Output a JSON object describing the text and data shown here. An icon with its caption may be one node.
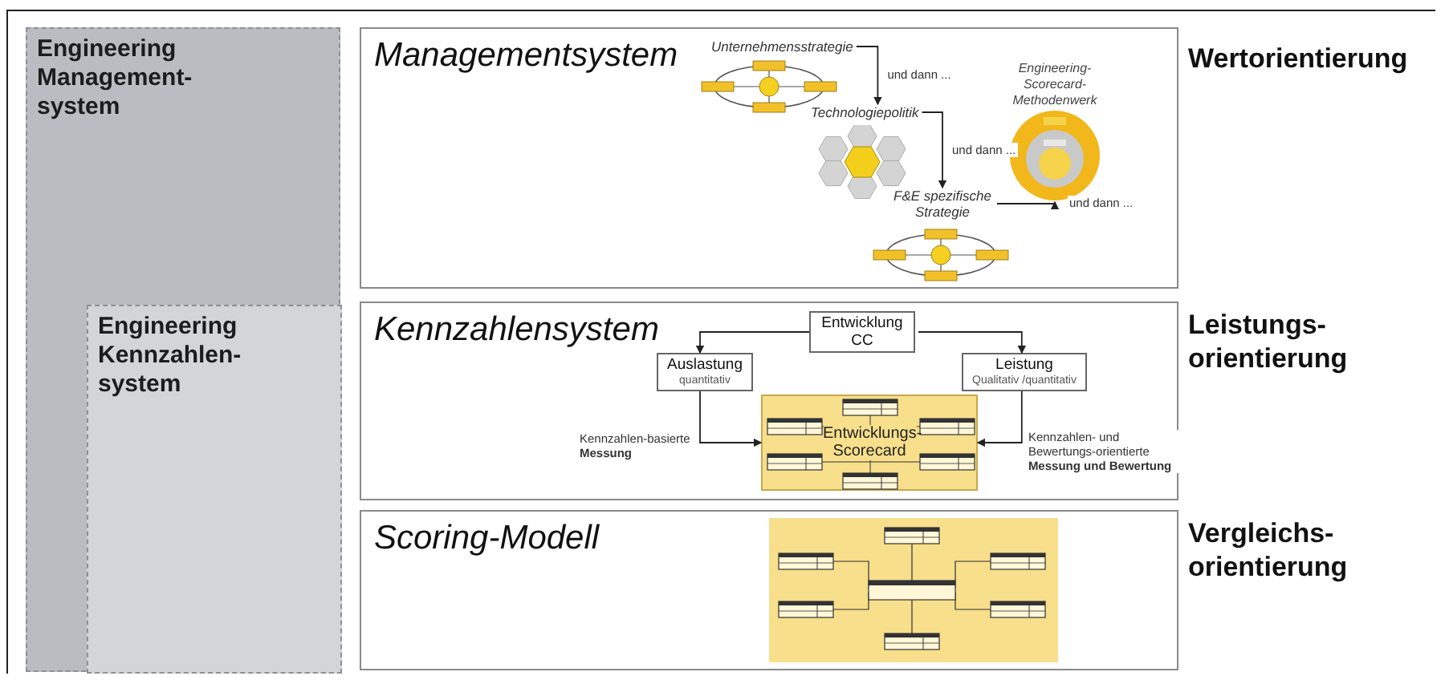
{
  "diagram": {
    "nodes": [
      {
        "text": [
          "Engineering Management-system"
        ]
      },
      {
        "text": [
          "Engineering Kennzahlen-system"
        ],
        "in": 0
      },
      {
        "text": [
          "Managementsystem"
        ]
      },
      {
        "text": [
          "Unternehmensstrategie"
        ],
        "in": 2
      },
      {
        "text": [
          "Technologiepolitik"
        ],
        "in": 2
      },
      {
        "text": [
          "F&E spezifische Strategie"
        ],
        "in": 2
      },
      {
        "text": [
          "Engineering-Scorecard-Methodenwerk"
        ],
        "in": 2
      },
      {
        "text": [
          "Kennzahlensystem"
        ]
      },
      {
        "text": [
          "Entwicklung CC"
        ],
        "in": 7
      },
      {
        "text": [
          "Auslastung",
          "quantitativ"
        ],
        "in": 7
      },
      {
        "text": [
          "Leistung",
          "Qualitativ /quantitativ"
        ],
        "in": 7
      },
      {
        "text": [
          "Entwicklungs-Scorecard"
        ],
        "in": 7
      },
      {
        "text": [
          "Scoring-Modell"
        ]
      }
    ],
    "edges": [
      {
        "from": 3,
        "to": 4,
        "arrow": "to",
        "label": "und dann ..."
      },
      {
        "from": 4,
        "to": 5,
        "arrow": "to",
        "label": "und dann ..."
      },
      {
        "from": 5,
        "to": 6,
        "arrow": "to",
        "label": "und dann ..."
      },
      {
        "from": 8,
        "to": 9,
        "arrow": "to"
      },
      {
        "from": 8,
        "to": 10,
        "arrow": "to"
      },
      {
        "from": 9,
        "to": 11,
        "arrow": "to",
        "label": "Kennzahlen-basierte **Messung**"
      },
      {
        "from": 10,
        "to": 11,
        "arrow": "to",
        "label": "Kennzahlen- und Bewertungs-orientierte **Messung und Bewertung**"
      }
    ],
    "labels": [
      "Wertorientierung",
      "Leistungs-orientierung",
      "Vergleichs-orientierung"
    ]
  }
}
